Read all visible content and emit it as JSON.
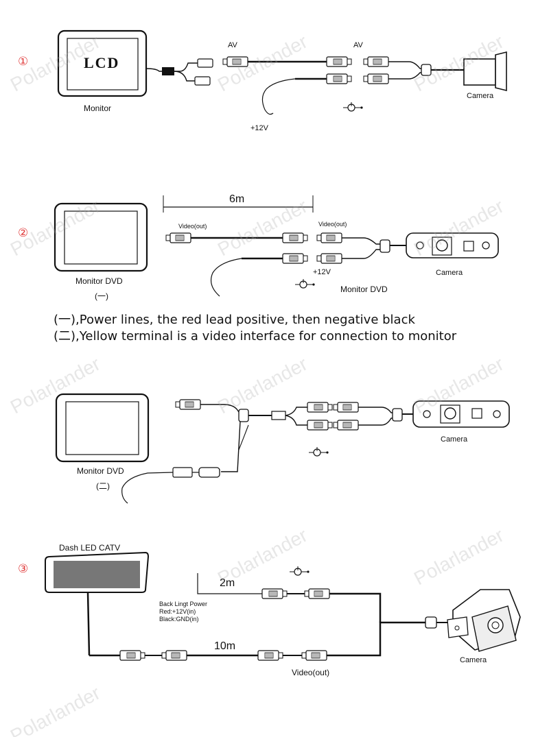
{
  "watermark": "Polarlander",
  "markers": {
    "m1": "①",
    "m2": "②",
    "m3": "③"
  },
  "section1": {
    "lcd": "LCD",
    "monitor": "Monitor",
    "av_left": "AV",
    "av_right": "AV",
    "camera": "Camera",
    "power": "+12V"
  },
  "section2": {
    "length": "6m",
    "video_out_left": "Video(out)",
    "video_out_right": "Video(out)",
    "monitor_dvd": "Monitor DVD",
    "monitor_sub": "(一)",
    "power": "+12V",
    "monitor_dvd_right": "Monitor DVD",
    "camera": "Camera"
  },
  "notes": {
    "line1": "(一),Power lines, the red lead positive, then negative black",
    "line2": "(二),Yellow terminal is a video interface for connection to monitor"
  },
  "section3": {
    "monitor_dvd": "Monitor DVD",
    "monitor_sub": "(二)",
    "camera": "Camera"
  },
  "section4": {
    "title": "Dash LED CATV",
    "length_short": "2m",
    "length_long": "10m",
    "power_title": "Back Lingt Power",
    "power_red": "Red:+12V(in)",
    "power_black": "Black:GND(in)",
    "video_out": "Video(out)",
    "camera": "Camera"
  }
}
